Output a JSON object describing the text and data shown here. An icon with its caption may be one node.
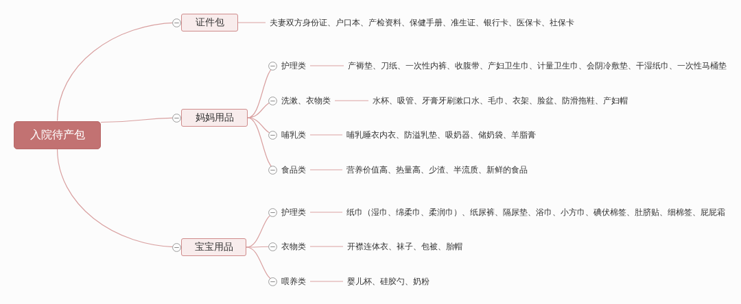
{
  "diagram": {
    "nodes": [
      {
        "text": [
          "入院待产包"
        ]
      },
      {
        "text": [
          "证件包"
        ]
      },
      {
        "text": [
          "夫妻双方身份证、户口本、产检资料、保健手册、准生证、银行卡、医保卡、社保卡"
        ]
      },
      {
        "text": [
          "妈妈用品"
        ]
      },
      {
        "text": [
          "护理类"
        ]
      },
      {
        "text": [
          "产褥垫、刀纸、一次性内裤、收腹带、产妇卫生巾、计量卫生巾、会阴冷敷垫、干湿纸巾、一次性马桶垫"
        ]
      },
      {
        "text": [
          "洗漱、衣物类"
        ]
      },
      {
        "text": [
          "水杯、吸管、牙膏牙刷漱口水、毛巾、衣架、脸盆、防滑拖鞋、产妇帽"
        ]
      },
      {
        "text": [
          "哺乳类"
        ]
      },
      {
        "text": [
          "哺乳睡衣内衣、防溢乳垫、吸奶器、储奶袋、羊脂膏"
        ]
      },
      {
        "text": [
          "食品类"
        ]
      },
      {
        "text": [
          "营养价值高、热量高、少渣、半流质、新鲜的食品"
        ]
      },
      {
        "text": [
          "宝宝用品"
        ]
      },
      {
        "text": [
          "护理类"
        ]
      },
      {
        "text": [
          "纸巾（湿巾、绵柔巾、柔润巾）、纸尿裤、隔尿垫、浴巾、小方巾、碘伏棉签、肚脐贴、细棉签、屁屁霜"
        ]
      },
      {
        "text": [
          "衣物类"
        ]
      },
      {
        "text": [
          "开襟连体衣、袜子、包被、胎帽"
        ]
      },
      {
        "text": [
          "喂养类"
        ]
      },
      {
        "text": [
          "婴儿杯、硅胶勺、奶粉"
        ]
      }
    ],
    "edges": [
      {
        "from": 0,
        "to": 1,
        "arrow": "none"
      },
      {
        "from": 1,
        "to": 2,
        "arrow": "none"
      },
      {
        "from": 0,
        "to": 3,
        "arrow": "none"
      },
      {
        "from": 3,
        "to": 4,
        "arrow": "none"
      },
      {
        "from": 4,
        "to": 5,
        "arrow": "none"
      },
      {
        "from": 3,
        "to": 6,
        "arrow": "none"
      },
      {
        "from": 6,
        "to": 7,
        "arrow": "none"
      },
      {
        "from": 3,
        "to": 8,
        "arrow": "none"
      },
      {
        "from": 8,
        "to": 9,
        "arrow": "none"
      },
      {
        "from": 3,
        "to": 10,
        "arrow": "none"
      },
      {
        "from": 10,
        "to": 11,
        "arrow": "none"
      },
      {
        "from": 0,
        "to": 12,
        "arrow": "none"
      },
      {
        "from": 12,
        "to": 13,
        "arrow": "none"
      },
      {
        "from": 13,
        "to": 14,
        "arrow": "none"
      },
      {
        "from": 12,
        "to": 15,
        "arrow": "none"
      },
      {
        "from": 15,
        "to": 16,
        "arrow": "none"
      },
      {
        "from": 12,
        "to": 17,
        "arrow": "none"
      },
      {
        "from": 17,
        "to": 18,
        "arrow": "none"
      }
    ]
  }
}
